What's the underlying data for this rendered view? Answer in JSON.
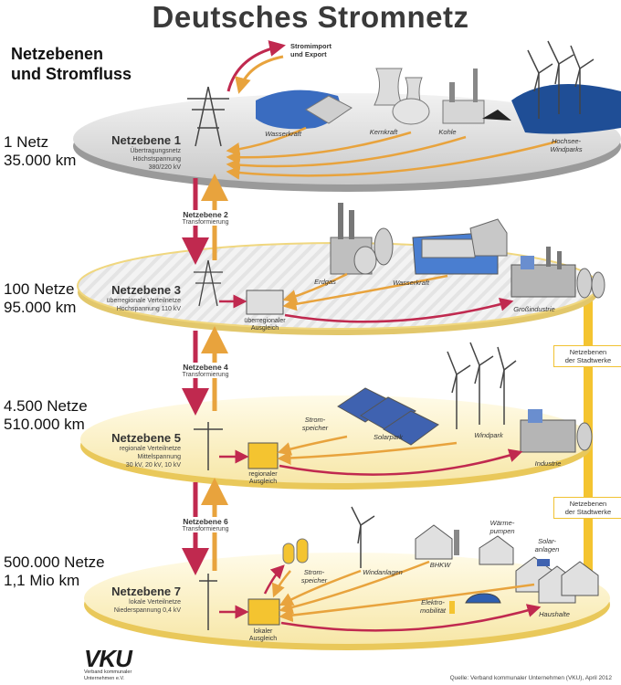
{
  "title": "Deutsches Stromnetz",
  "heading": [
    "Netzebenen",
    "und Stromfluss"
  ],
  "stats": [
    {
      "count": "1 Netz",
      "length": "35.000 km"
    },
    {
      "count": "100 Netze",
      "length": "95.000 km"
    },
    {
      "count": "4.500 Netze",
      "length": "510.000 km"
    },
    {
      "count": "500.000 Netze",
      "length": "1,1 Mio km"
    }
  ],
  "levels": [
    {
      "name": "Netzebene 1",
      "desc": [
        "Übertragungsnetz",
        "Höchstspannung",
        "380/220 kV"
      ]
    },
    {
      "name": "Netzebene 3",
      "desc": [
        "überregionale Verteilnetze",
        "Hochspannung 110 kV"
      ]
    },
    {
      "name": "Netzebene 5",
      "desc": [
        "regionale Verteilnetze",
        "Mittelspannung",
        "30 kV, 20 kV, 10 kV"
      ]
    },
    {
      "name": "Netzebene 7",
      "desc": [
        "lokale Verteilnetze",
        "Niederspannung 0,4 kV"
      ]
    }
  ],
  "transforms": [
    {
      "name": "Netzebene 2",
      "desc": "Transformierung"
    },
    {
      "name": "Netzebene 4",
      "desc": "Transformierung"
    },
    {
      "name": "Netzebene 6",
      "desc": "Transformierung"
    }
  ],
  "import_label": [
    "Stromimport",
    "und Export"
  ],
  "level1_labels": {
    "hydro": "Wasserkraft",
    "nuclear": "Kernkraft",
    "coal": "Kohle",
    "offshore": [
      "Hochsee-",
      "Windparks"
    ]
  },
  "level3_labels": {
    "gas": "Erdgas",
    "hydro": "Wasserkraft",
    "balance": [
      "überregionaler",
      "Ausgleich"
    ],
    "industry": "Großindustrie"
  },
  "level5_labels": {
    "storage": [
      "Strom-",
      "speicher"
    ],
    "solar": "Solarpark",
    "wind": "Windpark",
    "balance": [
      "regionaler",
      "Ausgleich"
    ],
    "industry": "Industrie"
  },
  "level7_labels": {
    "storage": [
      "Strom-",
      "speicher"
    ],
    "wind": "Windanlagen",
    "chp": "BHKW",
    "heatpumps": [
      "Wärme-",
      "pumpen"
    ],
    "solar": [
      "Solar-",
      "anlagen"
    ],
    "emobility": [
      "Elektro-",
      "mobilität"
    ],
    "balance": [
      "lokaler",
      "Ausgleich"
    ],
    "households": "Haushalte"
  },
  "city_utilities": [
    "Netzebenen",
    "der Stadtwerke"
  ],
  "logo": {
    "mark": "VKU",
    "sub": [
      "Verband kommunaler",
      "Unternehmen e.V."
    ]
  },
  "source": "Quelle: Verband kommunaler Unternehmen (VKU), April 2012",
  "colors": {
    "up_arrow": "#e8a33d",
    "down_arrow": "#c0294f",
    "city_bar": "#f4c430",
    "disc_top": "#e6e6e6",
    "disc_cream": "#fdf3cf"
  }
}
